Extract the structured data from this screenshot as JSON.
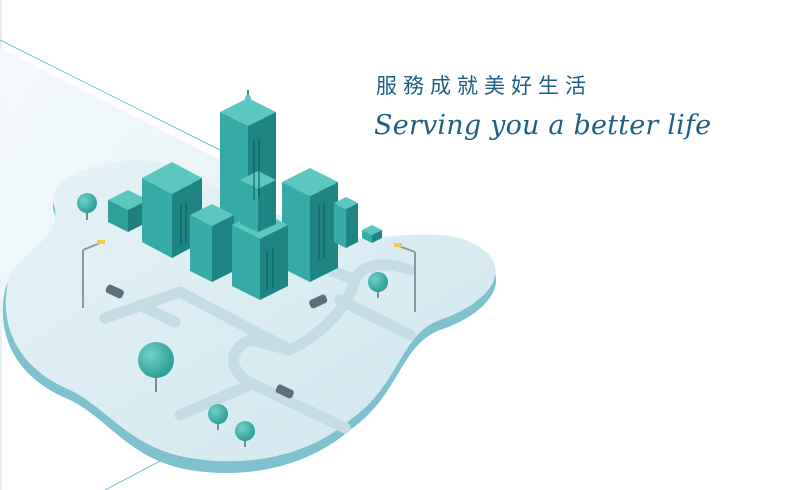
{
  "headline": {
    "chinese": "服務成就美好生活",
    "english": "Serving you a better life"
  },
  "colors": {
    "text": "#1f5f86",
    "island": "#d8edf3",
    "island_edge": "#7fc2cf",
    "building_light": "#3fb6b0",
    "building_mid": "#2ea09c",
    "building_dark": "#1f7f7e",
    "road": "#c4dde4",
    "line": "#5fb9c9"
  },
  "scene": {
    "description_icons": [
      "city-illustration",
      "tree-icon",
      "street-lamp-icon",
      "car-icon"
    ]
  }
}
